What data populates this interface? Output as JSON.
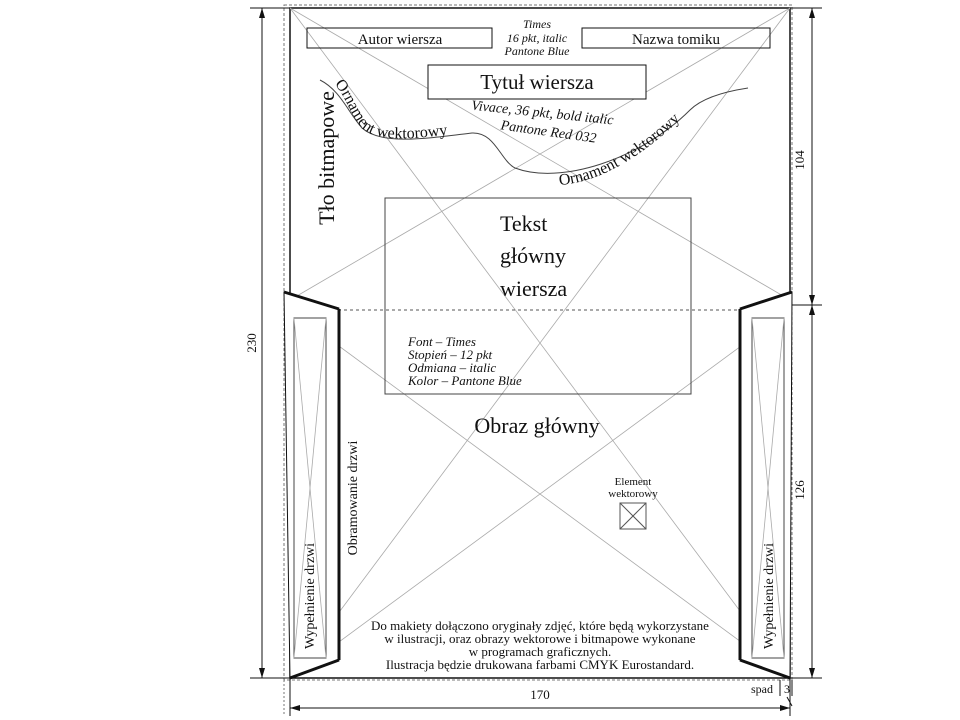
{
  "diagram": {
    "header_font_note": [
      "Times",
      "16 pkt, italic",
      "Pantone Blue"
    ],
    "author_label": "Autor wiersza",
    "volume_label": "Nazwa tomiku",
    "title_label": "Tytuł wiersza",
    "title_font_note": [
      "Vivace, 36 pkt, bold italic",
      "Pantone Red 032"
    ],
    "ornament_label": "Ornament wektorowy",
    "background_label": "Tło bitmapowe",
    "main_text_label": [
      "Tekst",
      "główny",
      "wiersza"
    ],
    "main_text_font_note": [
      "Font – Times",
      "Stopień – 12 pkt",
      "Odmiana – italic",
      "Kolor – Pantone Blue"
    ],
    "main_image_label": "Obraz główny",
    "vector_element_label": [
      "Element",
      "wektorowy"
    ],
    "door_frame_label": "Obramowanie drzwi",
    "door_fill_label": "Wypełnienie drzwi",
    "footer_note": [
      "Do makiety dołączono oryginały zdjęć, które będą wykorzystane",
      "w ilustracji, oraz obrazy wektorowe i bitmapowe wykonane",
      "w programach graficznych.",
      "Ilustracja będzie drukowana farbami CMYK Eurostandard."
    ]
  },
  "dimensions": {
    "total_height": "230",
    "upper_height": "104",
    "lower_height": "126",
    "width": "170",
    "bleed_label": "spad",
    "bleed_value": "3"
  }
}
